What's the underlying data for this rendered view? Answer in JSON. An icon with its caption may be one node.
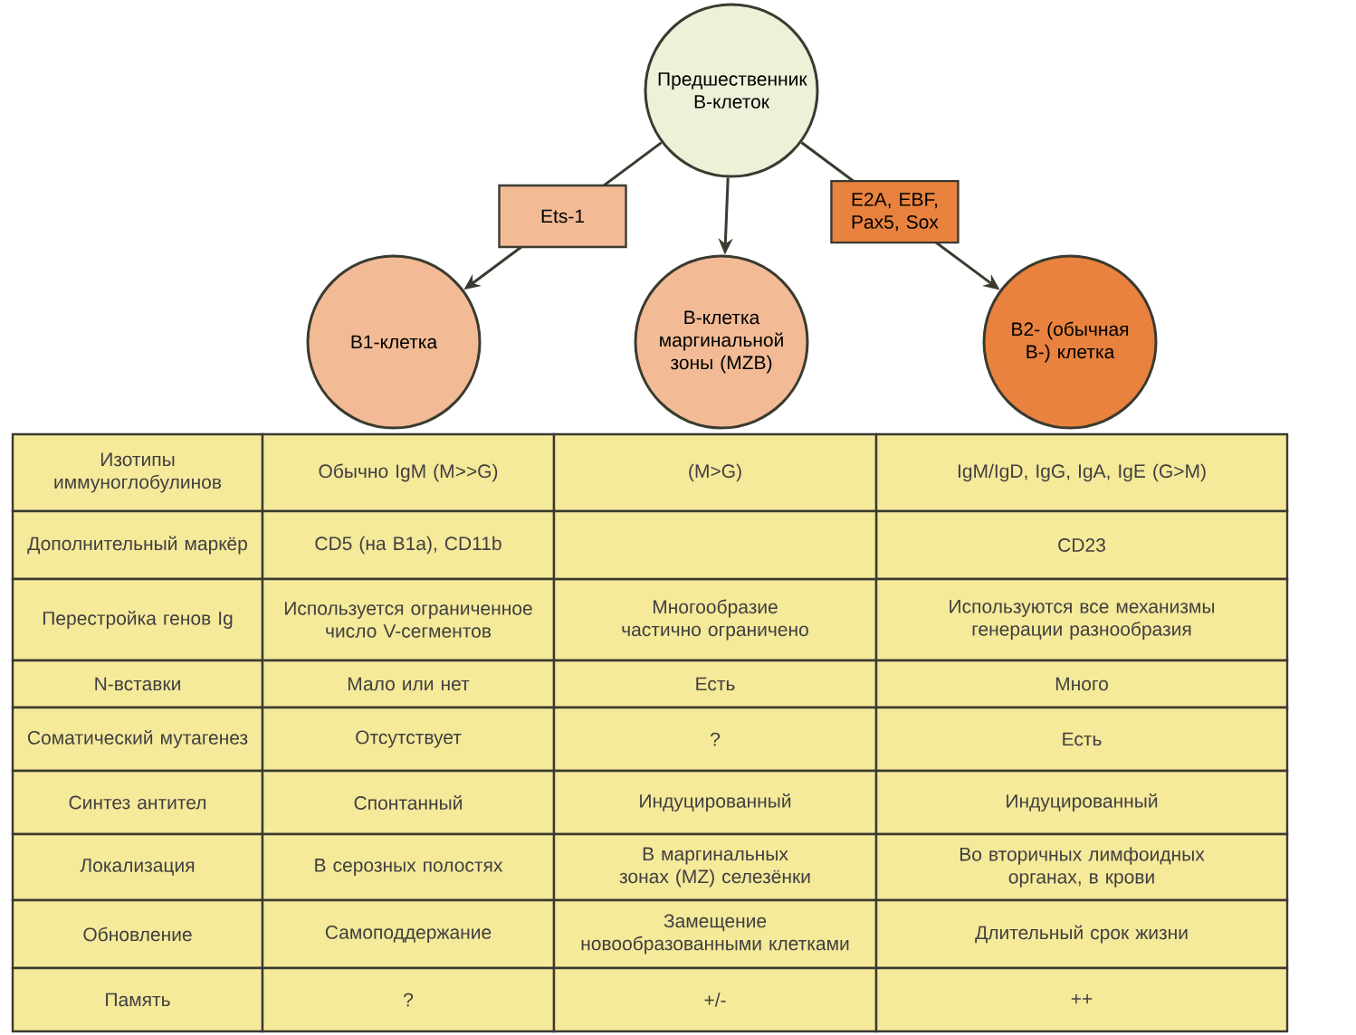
{
  "diagram": {
    "nodes": [
      {
        "text": [
          "Предшественник В-клеток"
        ]
      },
      {
        "text": [
          "В1-клетка"
        ]
      },
      {
        "text": [
          "В-клетка маргинальной зоны (MZB)"
        ]
      },
      {
        "text": [
          "В2- (обычная В-) клетка"
        ]
      }
    ],
    "edges": [
      {
        "from": 0,
        "to": 1,
        "arrow": "to",
        "label": "Ets-1"
      },
      {
        "from": 0,
        "to": 2,
        "arrow": "to"
      },
      {
        "from": 0,
        "to": 3,
        "arrow": "to",
        "label": "E2A, EBF, Pax5, Sox"
      }
    ],
    "labels": [
      "Изотипы иммуноглобулинов",
      "Обычно IgM (M>>G)",
      "(M>G)",
      "IgM/IgD, IgG, IgA, IgE (G>M)",
      "Дополнительный маркёр",
      "CD5 (на B1a), CD11b",
      "CD23",
      "Перестройка генов Ig",
      "Используется ограниченное число V-сегментов",
      "Многообразие частично ограничено",
      "Используются все механизмы генерации разнообразия",
      "N-вставки",
      "Мало или нет",
      "Есть",
      "Много",
      "Соматический мутагенез",
      "Отсутствует",
      "?",
      "Есть",
      "Синтез антител",
      "Спонтанный",
      "Индуцированный",
      "Индуцированный",
      "Локализация",
      "В серозных полостях",
      "В маргинальных зонах (MZ) селезёнки",
      "Во вторичных лимфоидных органах, в крови",
      "Обновление",
      "Самоподдержание",
      "Замещение новообразованными клетками",
      "Длительный срок жизни",
      "Память",
      "?",
      "+/-",
      "++"
    ]
  }
}
